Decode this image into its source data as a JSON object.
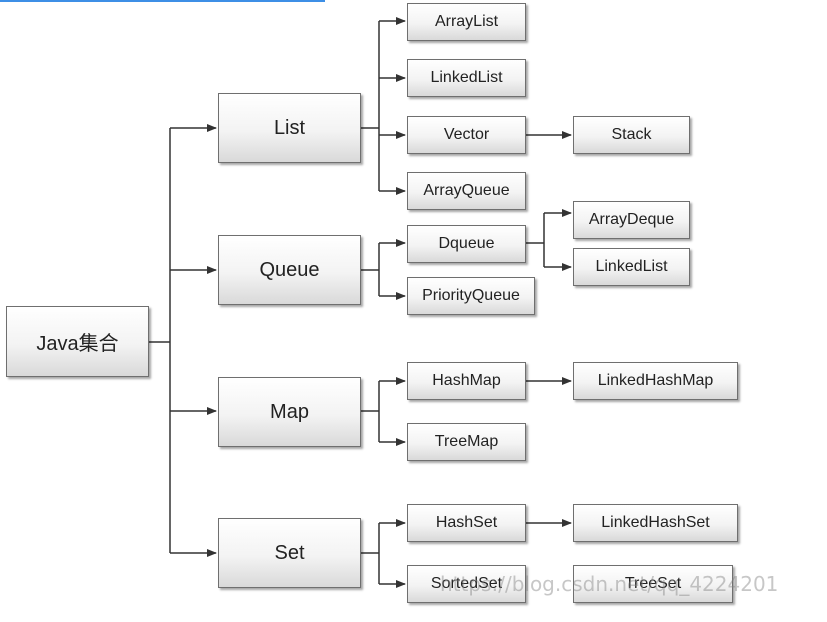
{
  "root": "Java集合",
  "categories": {
    "list": "List",
    "queue": "Queue",
    "map": "Map",
    "set": "Set"
  },
  "impl": {
    "arraylist": "ArrayList",
    "linkedlist": "LinkedList",
    "vector": "Vector",
    "stack": "Stack",
    "arrayqueue": "ArrayQueue",
    "dqueue": "Dqueue",
    "arraydeque": "ArrayDeque",
    "linkedlist2": "LinkedList",
    "priorityqueue": "PriorityQueue",
    "hashmap": "HashMap",
    "linkedhashmap": "LinkedHashMap",
    "treemap": "TreeMap",
    "hashset": "HashSet",
    "linkedhashset": "LinkedHashSet",
    "sortedset": "SortedSet",
    "treeset": "TreeSet"
  },
  "watermark": "https://blog.csdn.net/qq_4224201",
  "colors": {
    "line": "#333333",
    "accent_bar": "#3d8fe6"
  }
}
